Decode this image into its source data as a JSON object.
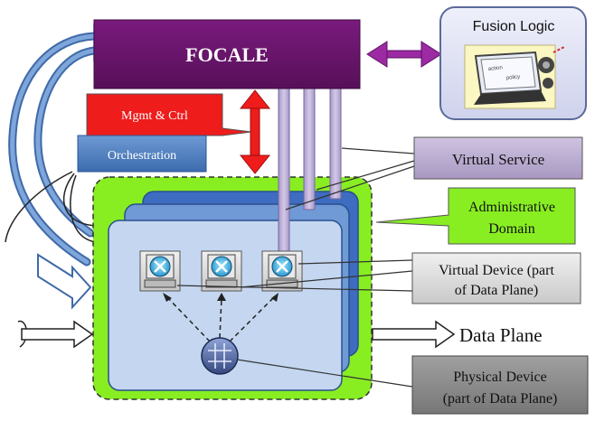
{
  "focale": {
    "label": "FOCALE"
  },
  "fusion_logic": {
    "label": "Fusion Logic",
    "screen_text": [
      "action",
      "policy"
    ]
  },
  "mgmt_ctrl": {
    "label": "Mgmt & Ctrl"
  },
  "orchestration": {
    "label": "Orchestration"
  },
  "virtual_service": {
    "label": "Virtual Service"
  },
  "administrative_domain": {
    "line1": "Administrative",
    "line2": "Domain"
  },
  "virtual_device": {
    "line1": "Virtual Device (part",
    "line2": "of Data Plane)"
  },
  "data_plane": {
    "label": "Data Plane"
  },
  "physical_device": {
    "line1": "Physical Device",
    "line2": "(part of Data Plane)"
  },
  "colors": {
    "focale": "#6b0f6e",
    "fusion_bg": "#dcdcf2",
    "fusion_border": "#5c6a9a",
    "mgmt": "#ef1c1c",
    "orchestration": "#4a7ec0",
    "virtual_service": "#b9abcf",
    "admin_domain": "#88ee22",
    "virtual_device": "#d9d9d9",
    "physical_device": "#8c8c8c",
    "vertical_arrows": "#b9a9d4",
    "purple_arrow": "#9b2aa3",
    "blue_arrows": "#5b87c0"
  }
}
